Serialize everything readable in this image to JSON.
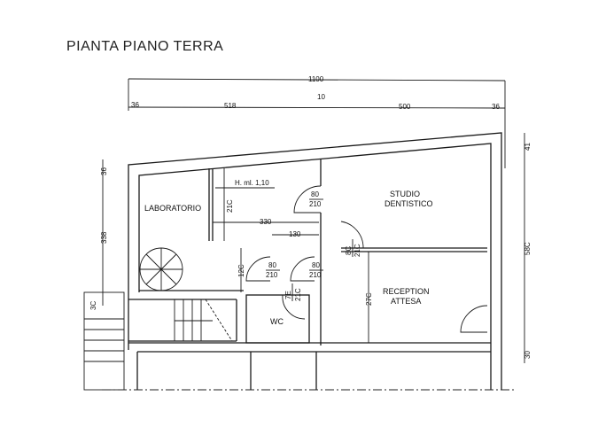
{
  "title": "PIANTA PIANO TERRA",
  "dimensions": {
    "total_width": "1100",
    "left_wall": "36",
    "left_span": "518",
    "middle_wall": "10",
    "right_span": "500",
    "right_wall": "36",
    "lab_height": "338",
    "top_wall_left": "36",
    "small_left": "3C",
    "right_top": "41",
    "right_height": "58C",
    "right_bottom": "30",
    "lab_inner_width": "330",
    "corridor_width": "130",
    "partition_height": "21C",
    "corridor_depth": "12C",
    "reception_depth": "27C"
  },
  "notes": {
    "partition_height_label": "H. ml. 1,10"
  },
  "rooms": {
    "laboratorio": "LABORATORIO",
    "studio_line1": "STUDIO",
    "studio_line2": "DENTISTICO",
    "reception_line1": "RECEPTION",
    "reception_line2": "ATTESA",
    "wc": "WC"
  },
  "doors": [
    {
      "width": "80",
      "height": "210"
    },
    {
      "width": "80",
      "height": "210"
    },
    {
      "width": "80",
      "height": "210"
    },
    {
      "width": "8C",
      "height": "21C"
    },
    {
      "width": "7E",
      "height": "21C"
    }
  ]
}
